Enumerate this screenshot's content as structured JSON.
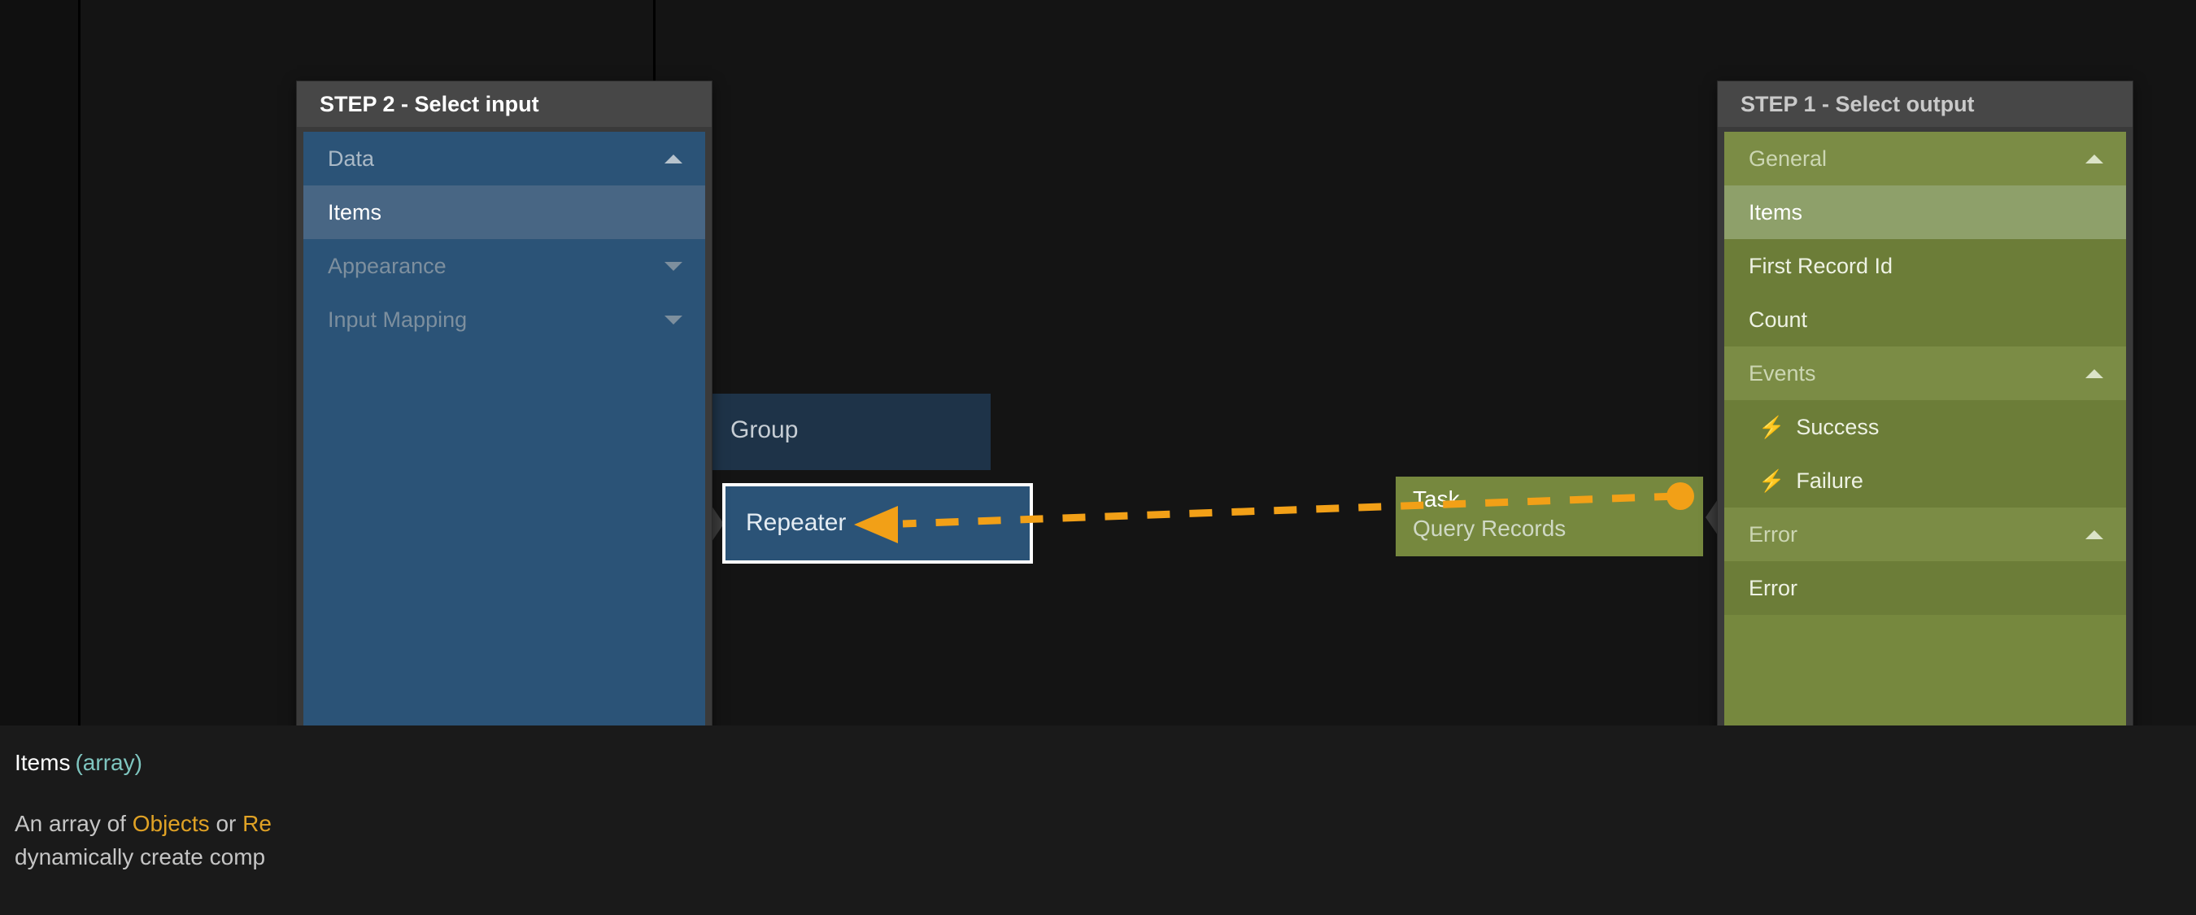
{
  "canvas": {
    "background_color": "#141414",
    "nodes": [
      {
        "id": "group",
        "title": "Group",
        "subtitle": "",
        "color": "#1e3348"
      },
      {
        "id": "repeater",
        "title": "Repeater",
        "subtitle": "",
        "color": "#2b5377",
        "selected": true
      },
      {
        "id": "task",
        "title": "Task",
        "subtitle": "Query Records",
        "color": "#76883e"
      }
    ],
    "connector": {
      "color": "#f2a017",
      "style": "dashed",
      "direction": "right-to-left",
      "from_node": "task",
      "to_node": "repeater"
    }
  },
  "input_panel": {
    "header": {
      "title": "STEP 2 - Select input"
    },
    "accent_color": "#2b5377",
    "rows": [
      {
        "label": "Data",
        "kind": "group-head",
        "caret": "up",
        "dim": false
      },
      {
        "label": "Items",
        "kind": "leaf",
        "selected": true
      },
      {
        "label": "Appearance",
        "kind": "group-head",
        "caret": "down",
        "dim": true
      },
      {
        "label": "Input Mapping",
        "kind": "group-head",
        "caret": "down",
        "dim": true
      }
    ]
  },
  "output_panel": {
    "header": {
      "title": "STEP 1 - Select output"
    },
    "accent_color": "#76883e",
    "rows": [
      {
        "label": "General",
        "kind": "group-head",
        "caret": "up"
      },
      {
        "label": "Items",
        "kind": "leaf",
        "selected": true
      },
      {
        "label": "First Record Id",
        "kind": "leaf"
      },
      {
        "label": "Count",
        "kind": "leaf"
      },
      {
        "label": "Events",
        "kind": "group-head",
        "caret": "up"
      },
      {
        "label": "Success",
        "kind": "leaf",
        "icon": "bolt-icon",
        "icon_glyph": "⚡",
        "indent": true
      },
      {
        "label": "Failure",
        "kind": "leaf",
        "icon": "bolt-icon",
        "icon_glyph": "⚡",
        "indent": true
      },
      {
        "label": "Error",
        "kind": "group-head",
        "caret": "up"
      },
      {
        "label": "Error",
        "kind": "leaf"
      }
    ]
  },
  "doc": {
    "title": "Items",
    "type": "(array)",
    "line1_pre": "An array of ",
    "line1_kw1": "Objects",
    "line1_mid": " or ",
    "line1_kw2": "Re",
    "line2": "dynamically create comp"
  }
}
